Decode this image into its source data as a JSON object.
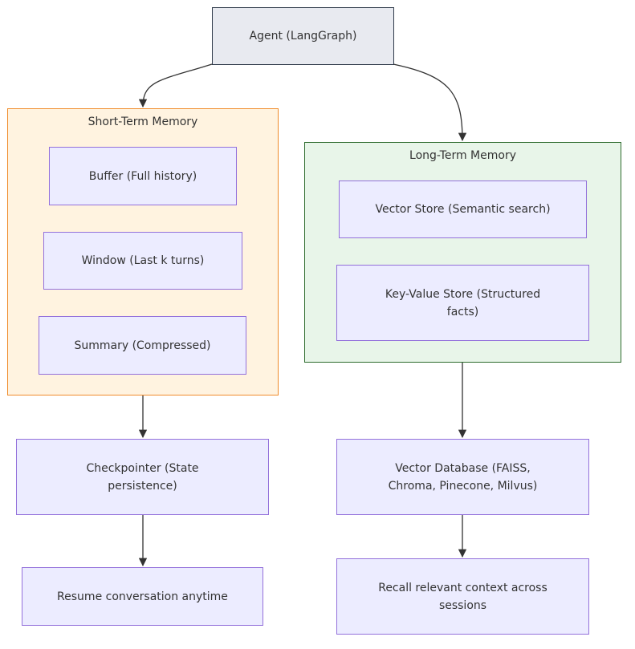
{
  "agent": {
    "label": "Agent (LangGraph)"
  },
  "short_term": {
    "title": "Short-Term Memory",
    "buffer": "Buffer (Full history)",
    "window": "Window (Last k turns)",
    "summary": "Summary (Compressed)"
  },
  "long_term": {
    "title": "Long-Term Memory",
    "vector_store": "Vector Store (Semantic search)",
    "kv_store_line1": "Key-Value Store (Structured",
    "kv_store_line2": "facts)"
  },
  "checkpointer": {
    "line1": "Checkpointer (State",
    "line2": "persistence)"
  },
  "resume": {
    "label": "Resume conversation anytime"
  },
  "vector_db": {
    "line1": "Vector Database (FAISS,",
    "line2": "Chroma, Pinecone, Milvus)"
  },
  "recall": {
    "line1": "Recall relevant context across",
    "line2": "sessions"
  },
  "colors": {
    "node_fill": "#ECECFF",
    "node_stroke": "#9370DB",
    "short_term_fill": "#FFF3E0",
    "short_term_stroke": "#F08C2C",
    "long_term_fill": "#E8F5E9",
    "long_term_stroke": "#2E6B2E",
    "edge": "#333333"
  }
}
